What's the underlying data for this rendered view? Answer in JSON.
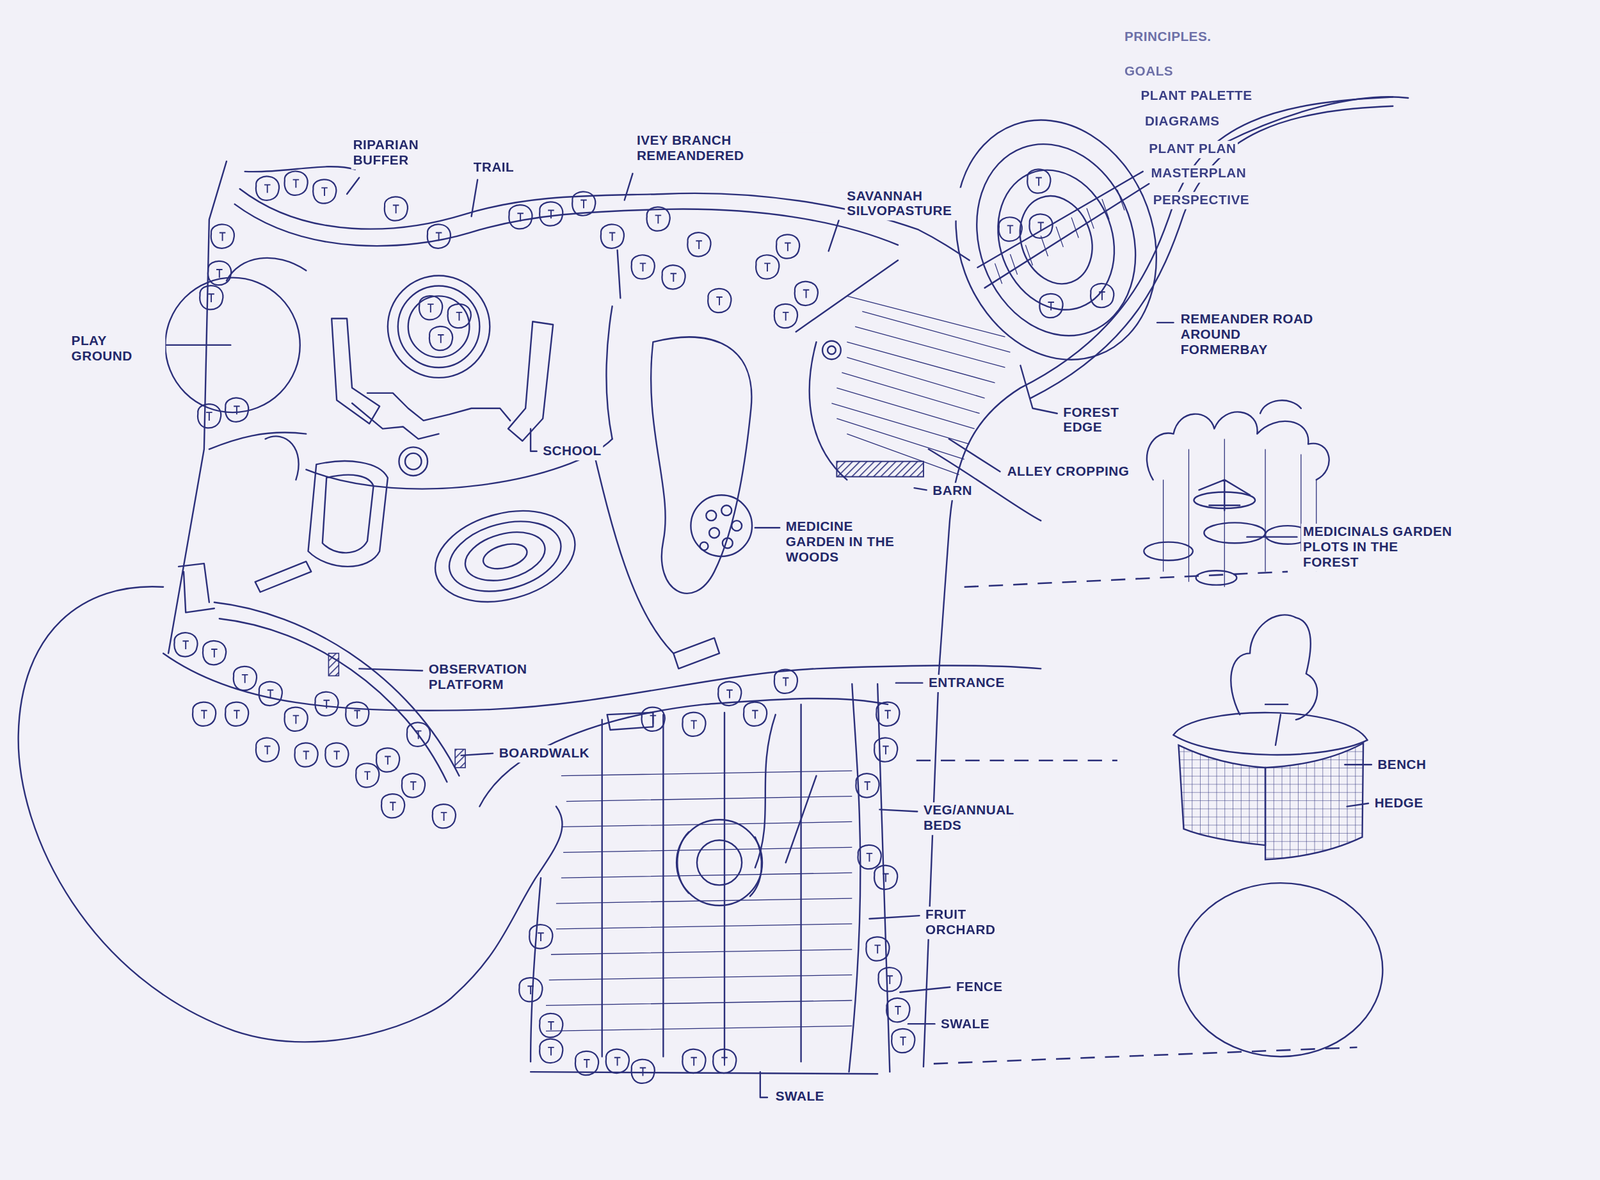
{
  "diagram": {
    "labels": [
      "PRINCIPLES.",
      "GOALS",
      "PLANT PALETTE",
      "DIAGRAMS",
      "PLANT PLAN",
      "MASTERPLAN",
      "PERSPECTIVE",
      "IVEY BRANCH REMEANDERED",
      "RIPARIAN BUFFER",
      "TRAIL",
      "SAVANNAH SILVOPASTURE",
      "REMEANDER ROAD AROUND FORMERBAY",
      "PLAY GROUND",
      "FOREST EDGE",
      "SCHOOL",
      "ALLEY CROPPING",
      "BARN",
      "MEDICINE GARDEN IN THE WOODS",
      "MEDICINALS GARDEN PLOTS IN THE FOREST",
      "OBSERVATION PLATFORM",
      "ENTRANCE",
      "BOARDWALK",
      "BENCH",
      "HEDGE",
      "VEG/ANNUAL BEDS",
      "FRUIT ORCHARD",
      "FENCE",
      "SWALE",
      "SWALE"
    ]
  }
}
